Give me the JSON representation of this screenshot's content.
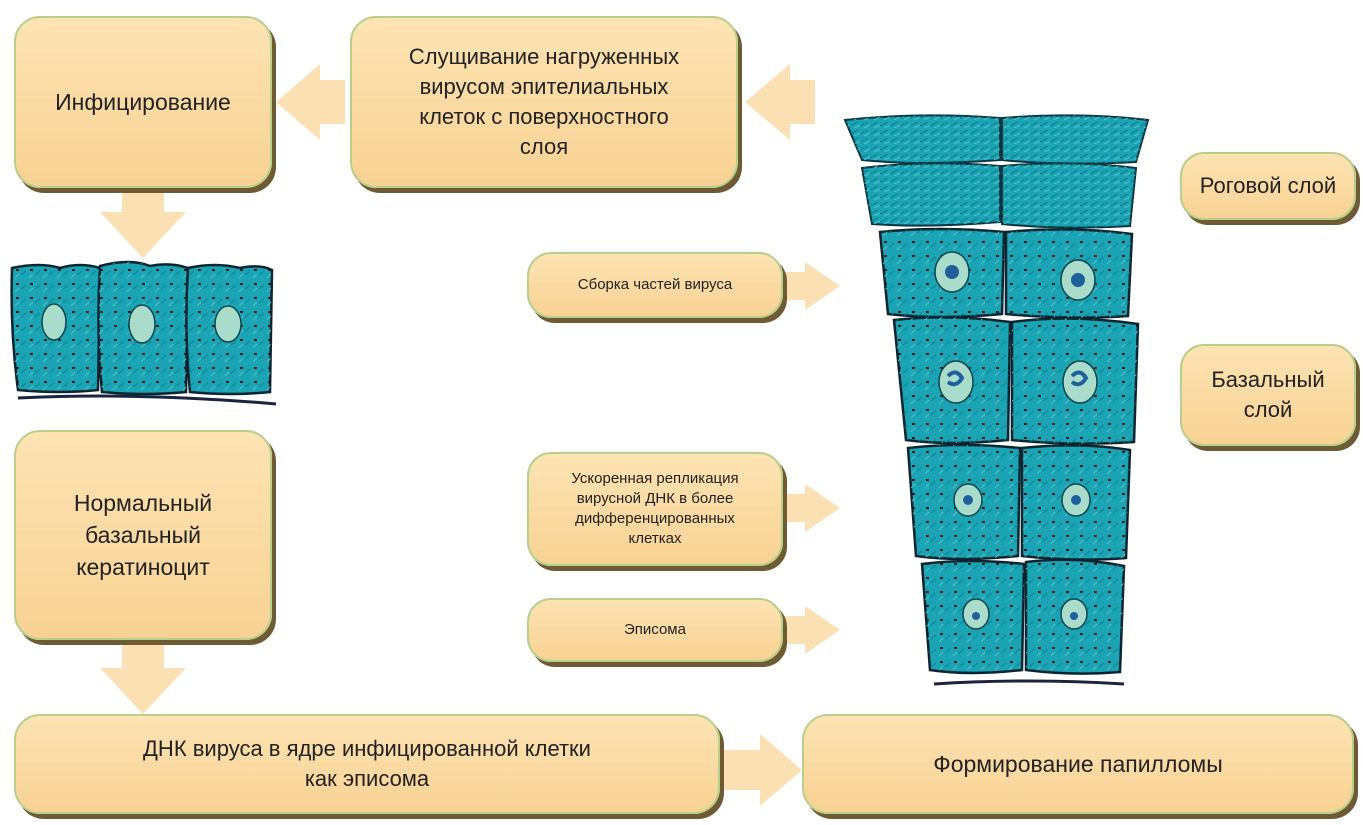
{
  "boxes": {
    "infection": "Инфицирование",
    "shedding": "Слущивание нагруженных\nвирусом эпителиальных\nклеток с поверхностного\nслоя",
    "keratinocyte": "Нормальный\nбазальный\nкератиноцит",
    "dna_episome": "ДНК вируса в ядре инфицированной клетки\nкак эписома",
    "papilloma": "Формирование папилломы",
    "assembly": "Сборка частей вируса",
    "replication": "Ускоренная репликация\nвирусной ДНК в более\nдифференцированных\nклетках",
    "episome": "Эписома",
    "horny_layer": "Роговой слой",
    "basal_layer": "Базальный\nслой"
  },
  "colors": {
    "box_fill": "#fbd9a0",
    "box_border": "#b6cf8a",
    "arrow": "#fbe0b4",
    "cell": "#1aa4b4",
    "nucleus": "#a9dccb"
  }
}
